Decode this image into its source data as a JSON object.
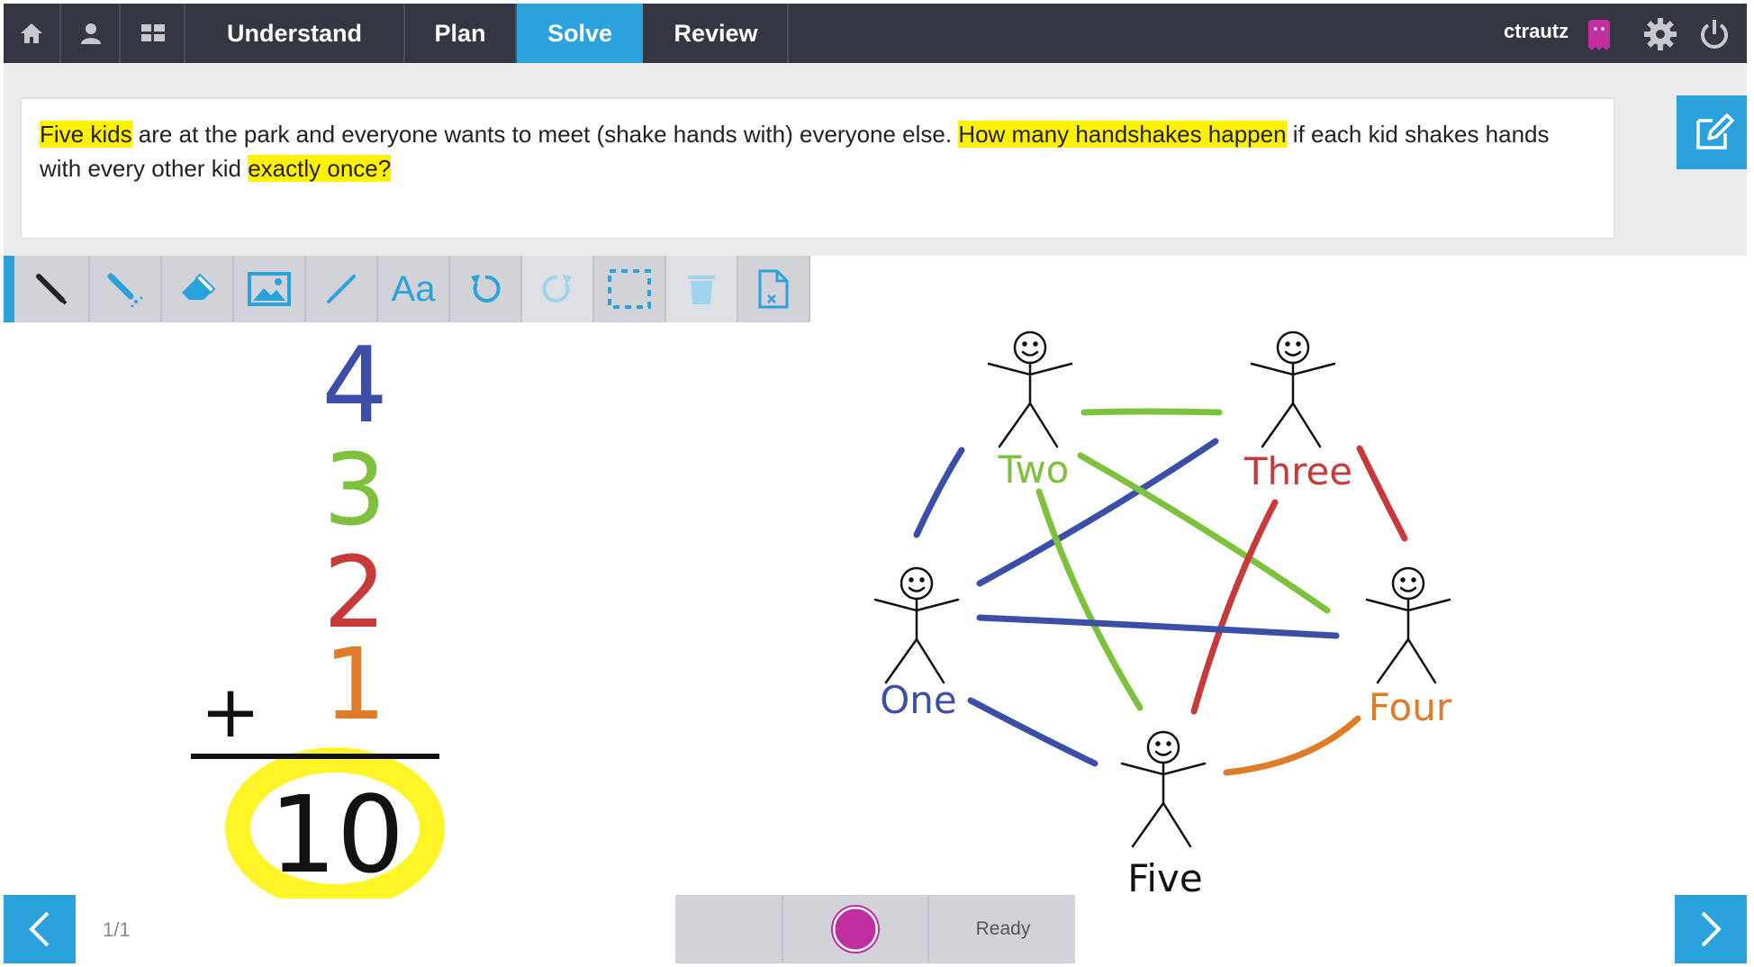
{
  "nav": {
    "home_icon": "home-icon",
    "profile_icon": "user-icon",
    "grid_icon": "grid-icon",
    "tabs": [
      {
        "label": "Understand",
        "active": false
      },
      {
        "label": "Plan",
        "active": false
      },
      {
        "label": "Solve",
        "active": true
      },
      {
        "label": "Review",
        "active": false
      }
    ],
    "username": "ctrautz",
    "avatar_color": "#c02ea0",
    "settings_icon": "gear-icon",
    "power_icon": "power-icon"
  },
  "problem": {
    "segments": [
      {
        "text": "Five kids",
        "highlight": true
      },
      {
        "text": " are at the park and everyone wants to meet (shake hands with) everyone else. ",
        "highlight": false
      },
      {
        "text": "How many handshakes happen",
        "highlight": true
      },
      {
        "text": " if each kid shakes hands with every other kid ",
        "highlight": false
      },
      {
        "text": "exactly once?",
        "highlight": true
      }
    ],
    "edit_icon": "edit-note-icon"
  },
  "toolbar": {
    "tools": [
      {
        "name": "pen-tool",
        "icon": "pen-icon",
        "enabled": true
      },
      {
        "name": "highlighter-tool",
        "icon": "highlighter-icon",
        "enabled": true
      },
      {
        "name": "eraser-tool",
        "icon": "eraser-icon",
        "enabled": true
      },
      {
        "name": "image-tool",
        "icon": "image-icon",
        "enabled": true
      },
      {
        "name": "line-tool",
        "icon": "line-icon",
        "enabled": true
      },
      {
        "name": "text-tool",
        "icon": "text-icon",
        "label": "Aa",
        "enabled": true
      },
      {
        "name": "undo-tool",
        "icon": "undo-icon",
        "enabled": true
      },
      {
        "name": "redo-tool",
        "icon": "redo-icon",
        "enabled": false
      },
      {
        "name": "select-tool",
        "icon": "select-icon",
        "enabled": true
      },
      {
        "name": "delete-tool",
        "icon": "trash-icon",
        "enabled": false
      },
      {
        "name": "clear-page-tool",
        "icon": "clear-page-icon",
        "enabled": true
      }
    ]
  },
  "canvas": {
    "addends": [
      {
        "text": "4",
        "color": "#3b4fa8"
      },
      {
        "text": "3",
        "color": "#7dc13c"
      },
      {
        "text": "2",
        "color": "#c83a3a"
      },
      {
        "text": "1",
        "color": "#e07b27"
      }
    ],
    "plus_sign": "+",
    "sum": "10",
    "sum_highlight_color": "#fff200",
    "kids": [
      {
        "label": "One",
        "color": "#3b4fa8"
      },
      {
        "label": "Two",
        "color": "#7dc13c"
      },
      {
        "label": "Three",
        "color": "#c83a3a"
      },
      {
        "label": "Four",
        "color": "#e07b27"
      },
      {
        "label": "Five",
        "color": "#111111"
      }
    ]
  },
  "bottom": {
    "page_indicator": "1/1",
    "prev_icon": "chevron-left-icon",
    "next_icon": "chevron-right-icon",
    "record_color": "#c02ea0",
    "stop_color": "#343641",
    "status": "Ready"
  }
}
